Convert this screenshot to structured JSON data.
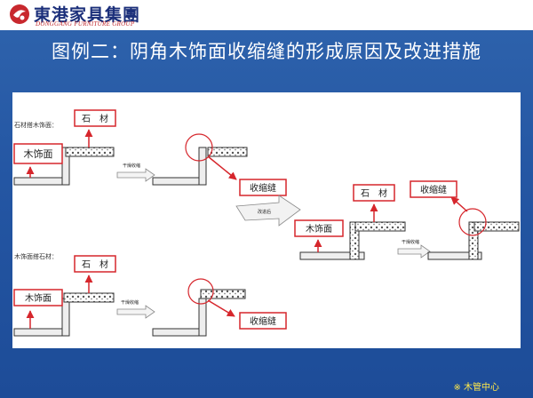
{
  "brand": {
    "name_cn": "東港家具集團",
    "name_en": "DONGGANG FURNITURE GROUP",
    "logo_color": "#c8282e"
  },
  "title": "图例二：阴角木饰面收缩缝的形成原因及改进措施",
  "diagram": {
    "case_top_caption": "石材搭木饰面：",
    "case_bottom_caption": "木饰面搭石材：",
    "labels": {
      "stone": "石　材",
      "wood": "木饰面",
      "gap": "收缩缝"
    },
    "arrow_texts": {
      "dry_shrink": "干燥收缩",
      "improve": "改进后"
    },
    "accent_color": "#d6262c"
  },
  "footer": "※ 木管中心"
}
